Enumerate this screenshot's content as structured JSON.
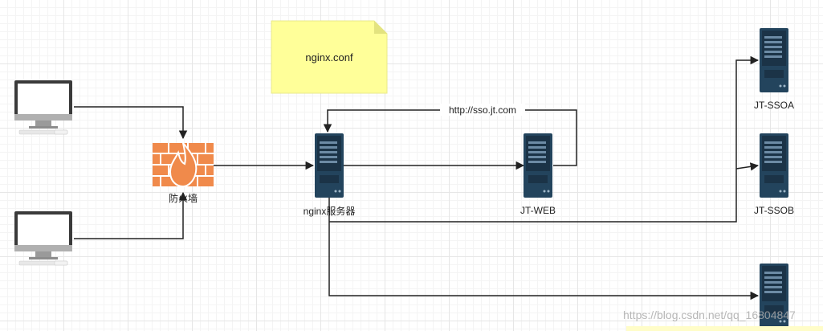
{
  "note": {
    "text": "nginx.conf",
    "fill": "#ffff99"
  },
  "firewall": {
    "label": "防火墙",
    "color": "#f08a4b"
  },
  "nginx": {
    "label": "nginx服务器"
  },
  "jt_web": {
    "label": "JT-WEB"
  },
  "sso_a": {
    "label": "JT-SSOA"
  },
  "sso_b": {
    "label": "JT-SSOB"
  },
  "sso_c": {
    "label": ""
  },
  "edges": {
    "loop_label": "http://sso.jt.com"
  },
  "watermark": "https://blog.csdn.net/qq_16804847",
  "colors": {
    "server": "#23445d",
    "stroke": "#222222"
  },
  "icons": [
    "desktop-monitor-icon",
    "firewall-icon",
    "server-icon"
  ]
}
